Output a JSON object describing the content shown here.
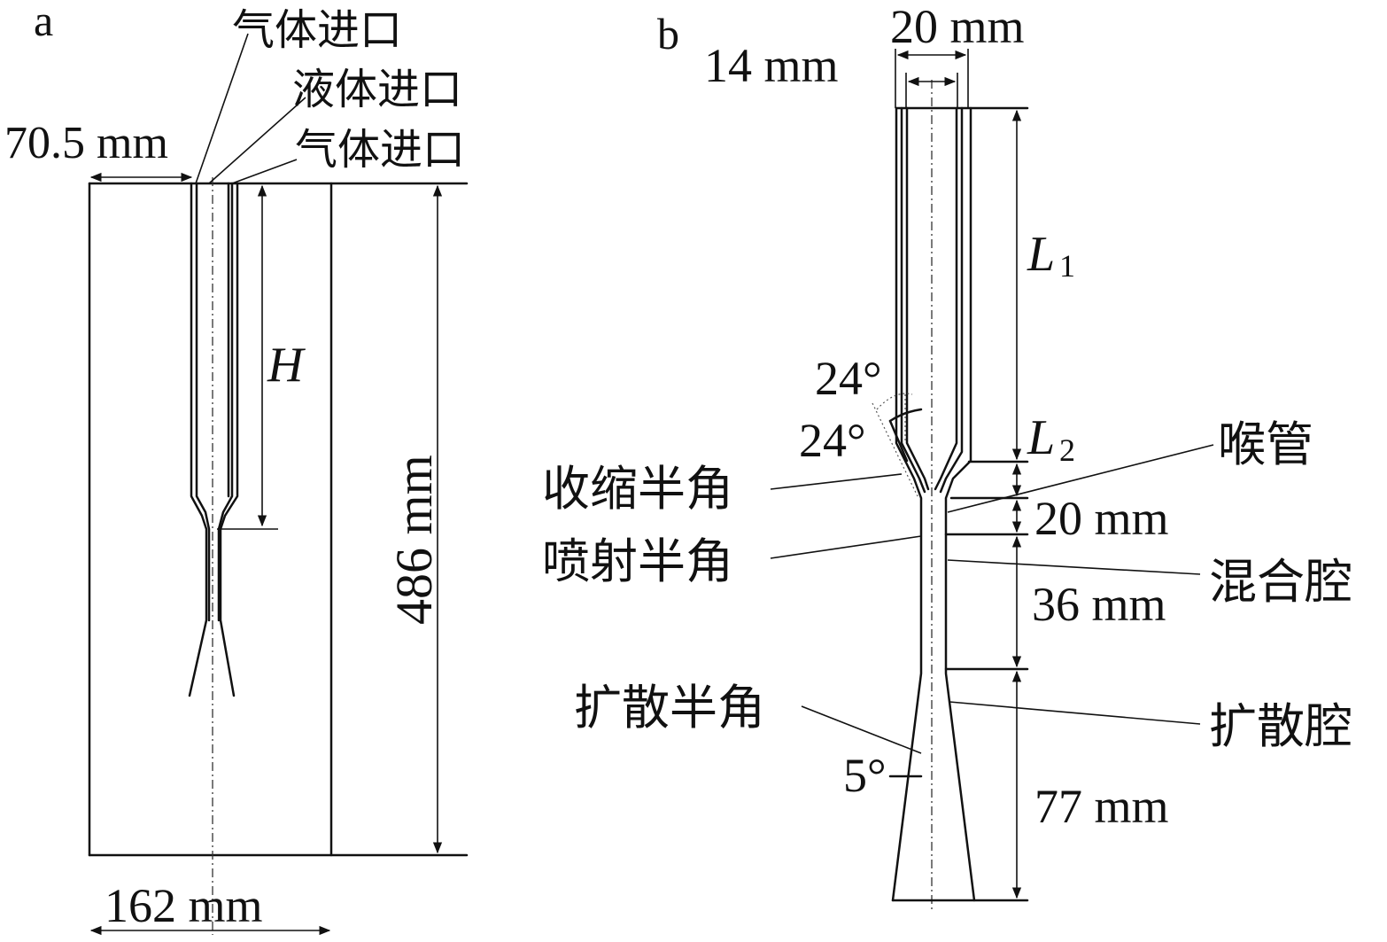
{
  "figure_a": {
    "panel_label": "a",
    "labels": {
      "gas_inlet_top": "气体进口",
      "liquid_inlet": "液体进口",
      "gas_inlet_bottom": "气体进口"
    },
    "dimensions": {
      "offset": "70.5 mm",
      "height_symbol": "H",
      "vessel_height": "486 mm",
      "vessel_width": "162 mm"
    }
  },
  "figure_b": {
    "panel_label": "b",
    "dimensions": {
      "outer_width": "20 mm",
      "inner_width": "14 mm",
      "L1_symbol": "L",
      "L1_subscript": "1",
      "L2_symbol": "L",
      "L2_subscript": "2",
      "angle_upper": "24°",
      "angle_lower": "24°",
      "throat_length": "20 mm",
      "mixing_length": "36 mm",
      "diffuser_length": "77 mm",
      "diffuser_angle": "5°"
    },
    "labels": {
      "contraction_half_angle": "收缩半角",
      "jet_half_angle": "喷射半角",
      "diffuser_half_angle": "扩散半角",
      "throat": "喉管",
      "mixing_chamber": "混合腔",
      "diffuser_chamber": "扩散腔"
    }
  }
}
